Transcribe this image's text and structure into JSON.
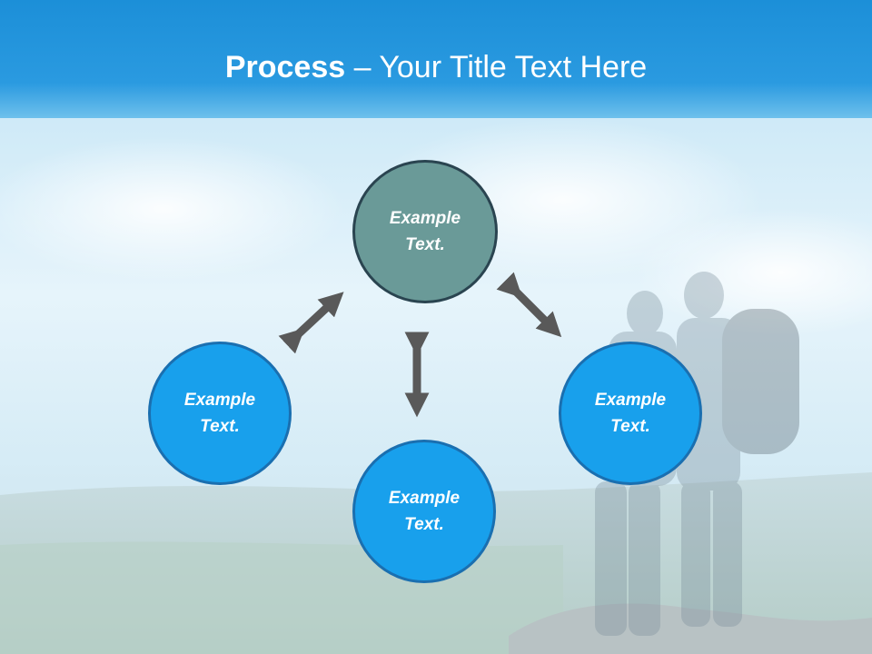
{
  "slide": {
    "title_bold": "Process",
    "title_sep": " – ",
    "title_rest": "Your Title Text Here"
  },
  "colors": {
    "header": "#1c8fd8",
    "node_top_fill": "#6a9a98",
    "node_fill": "#18a0ec",
    "arrow": "#595959"
  },
  "nodes": {
    "top": "Example\nText.",
    "left": "Example\nText.",
    "bottom": "Example\nText.",
    "right": "Example\nText."
  }
}
